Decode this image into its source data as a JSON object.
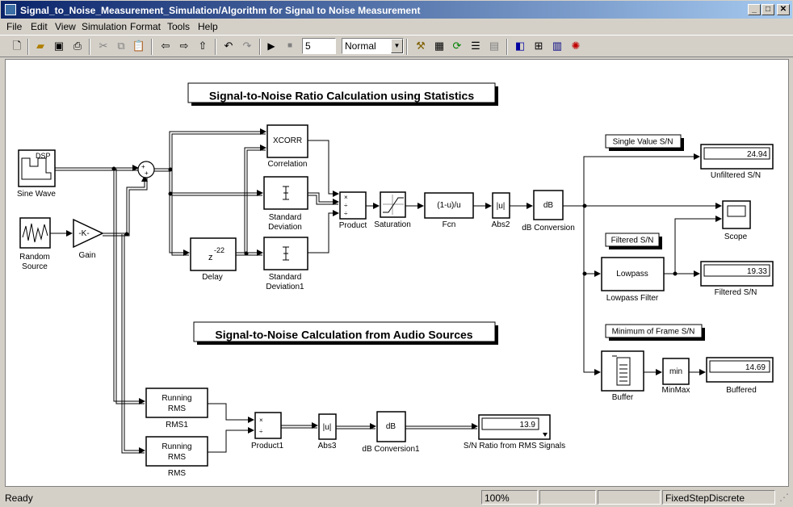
{
  "window": {
    "title": "Signal_to_Noise_Measurement_Simulation/Algorithm for Signal  to Noise Measurement"
  },
  "menu": [
    "File",
    "Edit",
    "View",
    "Simulation",
    "Format",
    "Tools",
    "Help"
  ],
  "toolbar": {
    "stop_time": "5",
    "sim_mode": "Normal"
  },
  "annotations": {
    "title1": "Signal-to-Noise Ratio Calculation using Statistics",
    "title2": "Signal-to-Noise Calculation from Audio Sources",
    "single_value": "Single Value S/N",
    "filtered": "Filtered S/N",
    "min_frame": "Minimum of Frame S/N"
  },
  "blocks": {
    "sine_wave": {
      "label": "Sine Wave",
      "icon_text": "DSP"
    },
    "random_source": {
      "label": "Random\nSource",
      "l1": "Random",
      "l2": "Source"
    },
    "gain": {
      "label": "Gain",
      "icon_text": "-K-"
    },
    "xcorr": {
      "label": "Correlation",
      "icon_text": "XCORR"
    },
    "std1": {
      "l1": "Standard",
      "l2": "Deviation"
    },
    "std2": {
      "l1": "Standard",
      "l2": "Deviation1"
    },
    "delay": {
      "label": "Delay",
      "icon_text": "z",
      "exp": "-22"
    },
    "product": {
      "label": "Product"
    },
    "saturation": {
      "label": "Saturation"
    },
    "fcn": {
      "label": "Fcn",
      "icon_text": "(1-u)/u"
    },
    "abs2": {
      "label": "Abs2",
      "icon_text": "|u|"
    },
    "db_conv": {
      "label": "dB Conversion",
      "icon_text": "dB"
    },
    "unfiltered": {
      "label": "Unfiltered S/N",
      "value": "24.94"
    },
    "scope": {
      "label": "Scope"
    },
    "lowpass": {
      "label": "Lowpass Filter",
      "icon_text": "Lowpass"
    },
    "filtered_disp": {
      "label": "Filtered S/N",
      "value": "19.33"
    },
    "buffer": {
      "label": "Buffer"
    },
    "minmax": {
      "label": "MinMax",
      "icon_text": "min"
    },
    "buffered": {
      "label": "Buffered",
      "value": "14.69"
    },
    "rms1": {
      "label": "RMS1",
      "l1": "Running",
      "l2": "RMS"
    },
    "rms": {
      "label": "RMS",
      "l1": "Running",
      "l2": "RMS"
    },
    "product1": {
      "label": "Product1"
    },
    "abs3": {
      "label": "Abs3",
      "icon_text": "|u|"
    },
    "db_conv1": {
      "label": "dB Conversion1",
      "icon_text": "dB"
    },
    "sn_rms": {
      "label": "S/N Ratio from RMS Signals",
      "value": "13.9"
    }
  },
  "status": {
    "ready": "Ready",
    "zoom": "100%",
    "solver": "FixedStepDiscrete"
  }
}
